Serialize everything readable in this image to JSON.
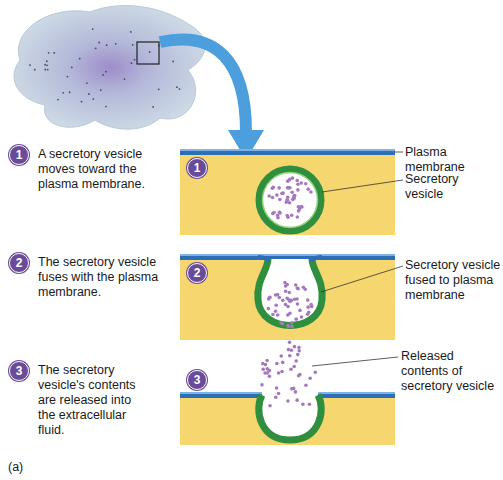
{
  "diagram": {
    "nodes": [
      {
        "text": [
          "1"
        ]
      },
      {
        "text": [
          "1"
        ]
      },
      {
        "text": [
          "2"
        ]
      },
      {
        "text": [
          "2"
        ]
      },
      {
        "text": [
          "3"
        ]
      },
      {
        "text": [
          "3"
        ]
      }
    ],
    "labels": [
      "A secretory vesicle moves toward the plasma membrane.",
      "Plasma membrane",
      "Secretory vesicle",
      "The secretory vesicle fuses with the plasma membrane.",
      "Secretory vesicle fused to plasma membrane",
      "The secretory vesicle's contents are released into the extracellular fluid.",
      "Released contents of secretory vesicle",
      "(a)"
    ]
  }
}
